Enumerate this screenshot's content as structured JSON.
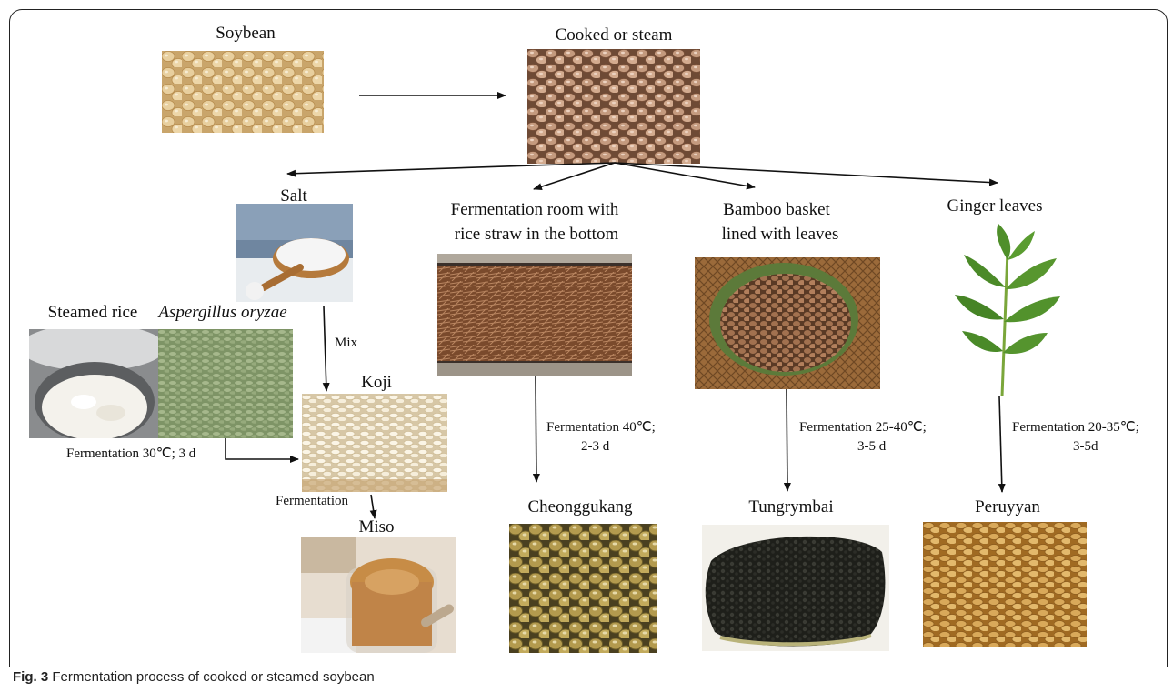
{
  "caption": {
    "fig_label": "Fig. 3",
    "text": "Fermentation process of cooked or steamed soybean"
  },
  "nodes": {
    "soybean": "Soybean",
    "cooked": "Cooked or steam",
    "salt": "Salt",
    "room_line1": "Fermentation room with",
    "room_line2": "rice straw in the bottom",
    "basket_line1": "Bamboo basket",
    "basket_line2": "lined with leaves",
    "ginger": "Ginger leaves",
    "steamed_rice": "Steamed rice",
    "aspergillus": "Aspergillus oryzae",
    "koji": "Koji",
    "miso": "Miso",
    "cheonggukang": "Cheonggukang",
    "tungrymbai": "Tungrymbai",
    "peruyyan": "Peruyyan"
  },
  "steps": {
    "mix": "Mix",
    "koji_ferment": "Fermentation 30℃; 3 d",
    "miso_ferment": "Fermentation",
    "cheong_line1": "Fermentation 40℃;",
    "cheong_line2": "2-3 d",
    "tung_line1": "Fermentation 25-40℃;",
    "tung_line2": "3-5 d",
    "peru_line1": "Fermentation 20-35℃;",
    "peru_line2": "3-5d"
  }
}
